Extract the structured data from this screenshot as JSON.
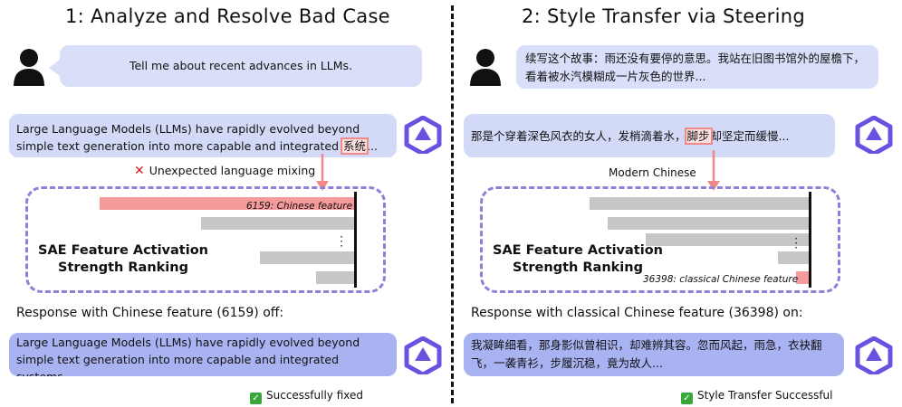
{
  "left": {
    "title": "1: Analyze and Resolve Bad Case",
    "user_prompt": "Tell me about recent advances in LLMs.",
    "bot_reply_before": "Large Language Models (LLMs) have rapidly evolved beyond simple text generation into more capable and integrated ",
    "highlight": "系统",
    "bot_reply_tail": "...",
    "issue_label": "Unexpected language mixing",
    "panel_title_line1": "SAE Feature Activation",
    "panel_title_line2": "Strength Ranking",
    "feature_label": "6159: Chinese feature",
    "bars": [
      1.0,
      0.6,
      0.37,
      0.15
    ],
    "response_label": "Response with Chinese feature (6159) off:",
    "bot_reply_after": "Large Language Models (LLMs) have rapidly evolved beyond simple text generation into more capable and integrated systems...",
    "status": "Successfully fixed"
  },
  "right": {
    "title": "2: Style Transfer via Steering",
    "user_prompt": "续写这个故事：雨还没有要停的意思。我站在旧图书馆外的屋檐下，看着被水汽模糊成一片灰色的世界...",
    "bot_reply_before": "那是个穿着深色风衣的女人，发梢滴着水，",
    "highlight": "脚步",
    "bot_reply_tail": "却坚定而缓慢...",
    "style_label": "Modern Chinese",
    "panel_title_line1": "SAE Feature Activation",
    "panel_title_line2": "Strength Ranking",
    "feature_label": "36398: classical Chinese feature",
    "bars": [
      0.86,
      0.79,
      0.64,
      0.12,
      0.05
    ],
    "response_label": "Response with classical Chinese feature (36398) on:",
    "bot_reply_after": "我凝眸细看，那身影似曾相识，却难辨其容。忽而风起，雨急，衣袂翻飞，一袭青衫，步履沉稳，竟为故人...",
    "status": "Style Transfer Successful"
  },
  "colors": {
    "accent_purple": "#8f7fd8",
    "highlight_red": "#f08a8a",
    "bubble_blue": "#d3daf8",
    "success_green": "#38a83a"
  },
  "icons": [
    "user-icon",
    "qwen-logo-icon",
    "arrow-down-icon",
    "cross-icon",
    "check-icon",
    "ellipsis-vertical-icon"
  ]
}
